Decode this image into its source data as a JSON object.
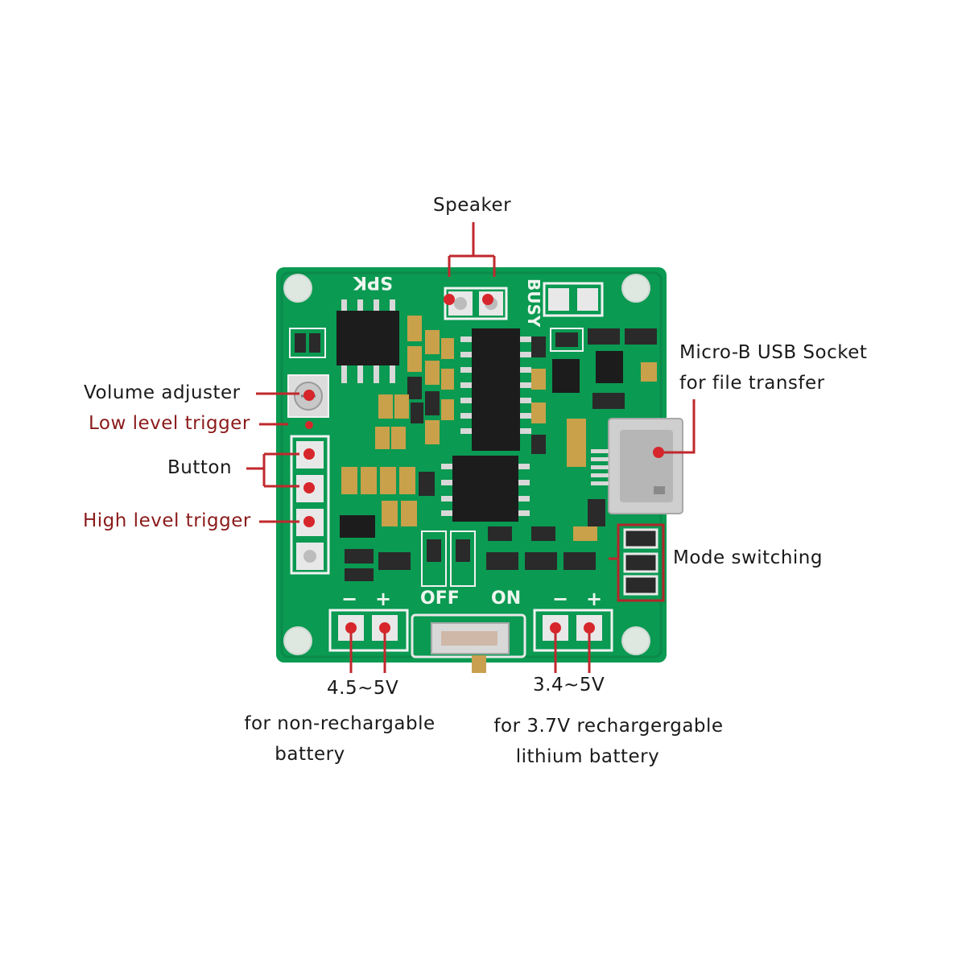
{
  "labels": {
    "speaker": "Speaker",
    "usb_line1": "Micro-B USB Socket",
    "usb_line2": "for file transfer",
    "volume": "Volume adjuster",
    "low_trigger": "Low level trigger",
    "button": "Button",
    "high_trigger": "High level trigger",
    "mode": "Mode switching",
    "v_left": "4.5~5V",
    "v_left_desc_1": "for non-rechargable",
    "v_left_desc_2": "battery",
    "v_right": "3.4~5V",
    "v_right_desc_1": "for 3.7V rechargergable",
    "v_right_desc_2": "lithium battery"
  },
  "silkscreen": {
    "spk": "SPK",
    "busy": "BUSY",
    "off": "OFF",
    "on": "ON",
    "minus": "−",
    "plus": "+"
  },
  "colors": {
    "pcb": "#0a9a52",
    "pcb_dark": "#067a3f",
    "marker": "#d7262b",
    "leader": "#c0282d",
    "label_red": "#8b1a1a"
  }
}
